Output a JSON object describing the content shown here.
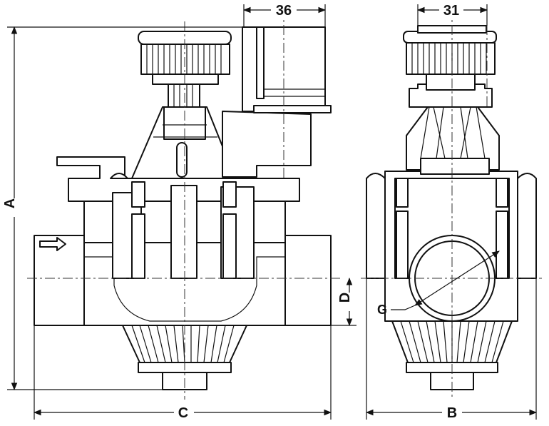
{
  "dimensions": {
    "solenoid_width": "36",
    "side_top_width": "31",
    "height": "A",
    "side_width": "B",
    "length": "C",
    "offset": "D",
    "thread": "G"
  },
  "icons": {
    "flow_arrow": "flow-direction-arrow-icon"
  }
}
